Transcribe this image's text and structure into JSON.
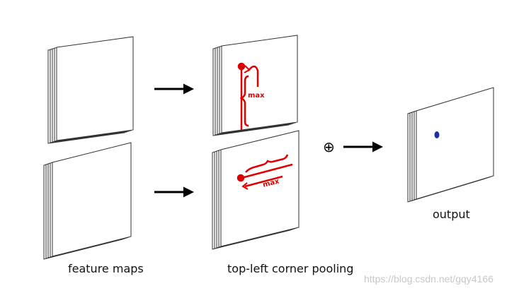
{
  "labels": {
    "feature_maps": "feature maps",
    "pooling": "top-left corner pooling",
    "output": "output",
    "max_vertical": "max",
    "max_horizontal": "max",
    "sum_symbol": "⊕"
  },
  "watermark": "https://blog.csdn.net/gqy4166",
  "colors": {
    "pooling_annotation": "#e00000",
    "output_dot": "#1a2fa8",
    "arrows": "#000000"
  }
}
